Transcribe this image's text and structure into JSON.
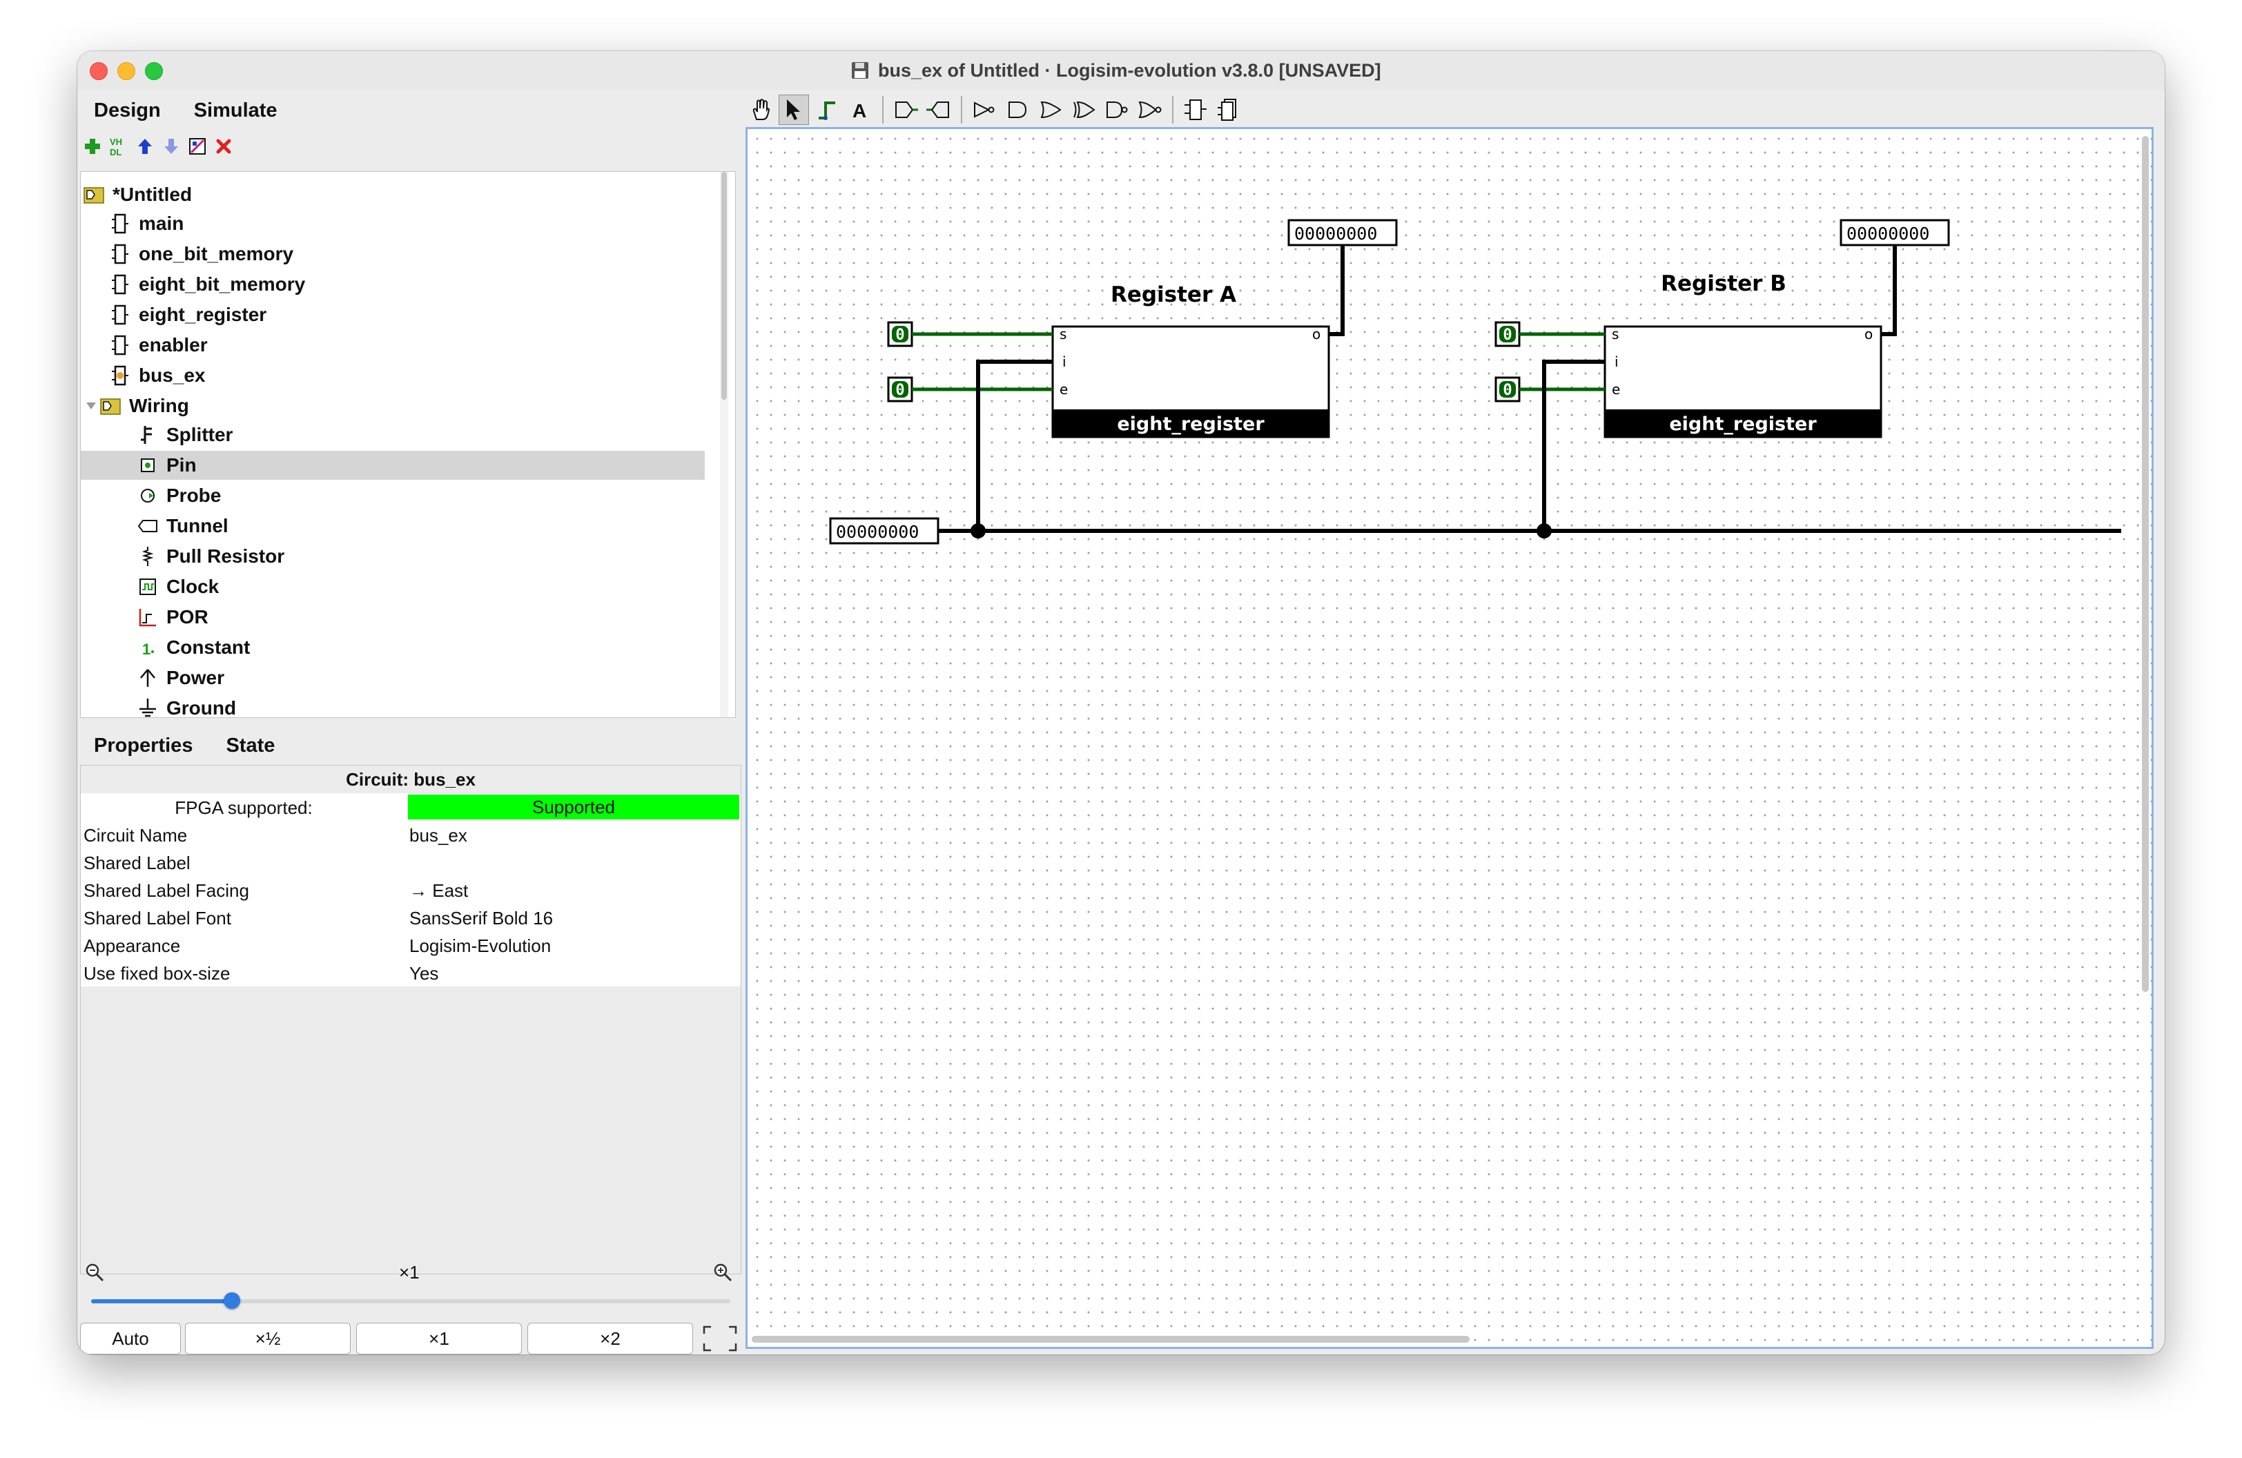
{
  "window": {
    "title": "bus_ex of Untitled · Logisim-evolution v3.8.0 [UNSAVED]"
  },
  "tabs": {
    "design": "Design",
    "simulate": "Simulate"
  },
  "tree": {
    "project": "*Untitled",
    "circuits": [
      "main",
      "one_bit_memory",
      "eight_bit_memory",
      "eight_register",
      "enabler",
      "bus_ex"
    ],
    "library": "Wiring",
    "wiring_items": [
      "Splitter",
      "Pin",
      "Probe",
      "Tunnel",
      "Pull Resistor",
      "Clock",
      "POR",
      "Constant",
      "Power",
      "Ground"
    ],
    "selected_item": "Pin"
  },
  "panel_tabs": {
    "properties": "Properties",
    "state": "State"
  },
  "properties": {
    "header": "Circuit: bus_ex",
    "fpga_label": "FPGA supported:",
    "fpga_value": "Supported",
    "rows": [
      {
        "key": "Circuit Name",
        "value": "bus_ex"
      },
      {
        "key": "Shared Label",
        "value": ""
      },
      {
        "key": "Shared Label Facing",
        "value": "→ East"
      },
      {
        "key": "Shared Label Font",
        "value": "SansSerif Bold 16"
      },
      {
        "key": "Appearance",
        "value": "Logisim-Evolution"
      },
      {
        "key": "Use fixed box-size",
        "value": "Yes"
      }
    ]
  },
  "zoom": {
    "current": "×1",
    "slider_fraction": 0.22,
    "buttons": [
      "Auto",
      "×½",
      "×1",
      "×2"
    ]
  },
  "circuit": {
    "register_a": {
      "label": "Register A",
      "name": "eight_register",
      "ports": [
        "s",
        "i",
        "e",
        "o"
      ]
    },
    "register_b": {
      "label": "Register B",
      "name": "eight_register",
      "ports": [
        "s",
        "i",
        "e",
        "o"
      ]
    },
    "probe_a": "00000000",
    "probe_b": "00000000",
    "bus_pin": "00000000",
    "input_pin_value": "0"
  },
  "colors": {
    "wire_on": "#006400",
    "bus": "#000000",
    "fpga_supported": "#00ff00",
    "selection": "#8ab3e6"
  }
}
